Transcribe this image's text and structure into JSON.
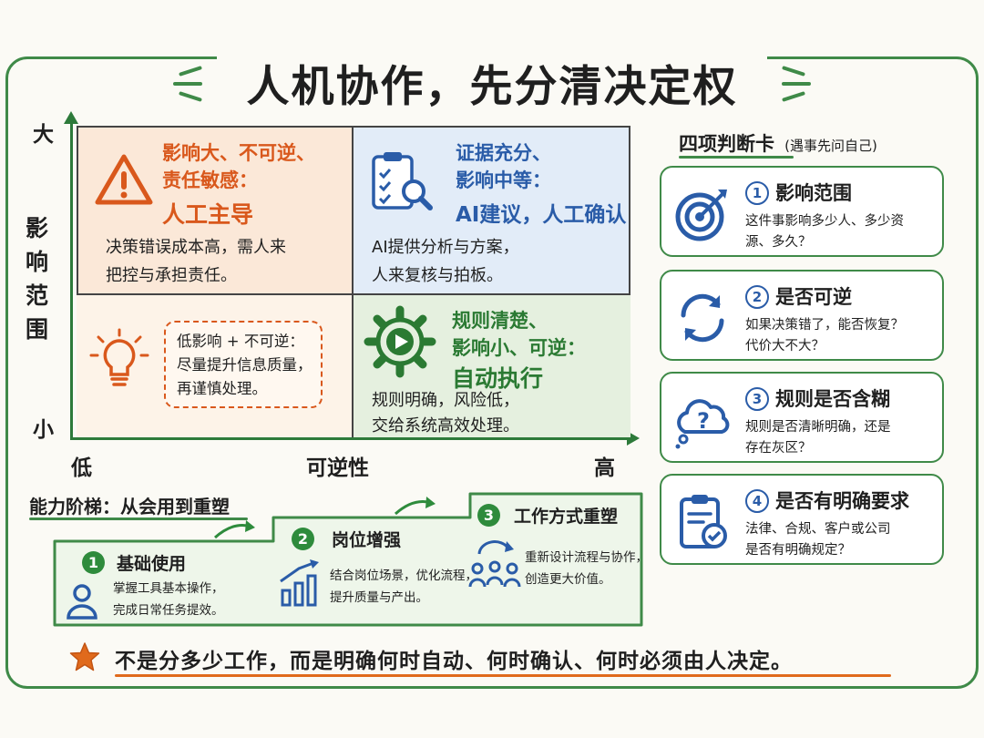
{
  "title": "人机协作，先分清决定权",
  "matrix": {
    "y_axis": {
      "high": "大",
      "label": "影响范围",
      "low": "小"
    },
    "x_axis": {
      "low": "低",
      "label": "可逆性",
      "high": "高"
    },
    "top_left": {
      "title_line1": "影响大、不可逆、",
      "title_line2": "责任敏感：",
      "decision": "人工主导",
      "desc_line1": "决策错误成本高，需人来",
      "desc_line2": "把控与承担责任。"
    },
    "top_right": {
      "title_line1": "证据充分、",
      "title_line2": "影响中等：",
      "decision": "AI建议，人工确认",
      "desc_line1": "AI提供分析与方案，",
      "desc_line2": "人来复核与拍板。"
    },
    "bottom_left": {
      "line1": "低影响 + 不可逆：",
      "line2": "尽量提升信息质量，",
      "line3": "再谨慎处理。"
    },
    "bottom_right": {
      "title_line1": "规则清楚、",
      "title_line2": "影响小、可逆：",
      "decision": "自动执行",
      "desc_line1": "规则明确，风险低，",
      "desc_line2": "交给系统高效处理。"
    }
  },
  "cards": {
    "heading": "四项判断卡",
    "subheading": "(遇事先问自己)",
    "items": [
      {
        "num": "1",
        "title": "影响范围",
        "line1": "这件事影响多少人、多少资",
        "line2": "源、多久？",
        "icon": "target-icon"
      },
      {
        "num": "2",
        "title": "是否可逆",
        "line1": "如果决策错了，能否恢复？",
        "line2": "代价大不大？",
        "icon": "refresh-icon"
      },
      {
        "num": "3",
        "title": "规则是否含糊",
        "line1": "规则是否清晰明确，还是",
        "line2": "存在灰区？",
        "icon": "question-cloud-icon"
      },
      {
        "num": "4",
        "title": "是否有明确要求",
        "line1": "法律、合规、客户或公司",
        "line2": "是否有明确规定？",
        "icon": "clipboard-check-icon"
      }
    ]
  },
  "ladder": {
    "heading": "能力阶梯：从会用到重塑",
    "steps": [
      {
        "num": "1",
        "title": "基础使用",
        "line1": "掌握工具基本操作，",
        "line2": "完成日常任务提效。"
      },
      {
        "num": "2",
        "title": "岗位增强",
        "line1": "结合岗位场景，优化流程，",
        "line2": "提升质量与产出。"
      },
      {
        "num": "3",
        "title": "工作方式重塑",
        "line1": "重新设计流程与协作，",
        "line2": "创造更大价值。"
      }
    ]
  },
  "footer": "不是分多少工作，而是明确何时自动、何时确认、何时必须由人决定。",
  "colors": {
    "green": "#3f8a48",
    "orange": "#d9581c",
    "blue": "#2a5ca8",
    "dark_green": "#2b7a33"
  }
}
